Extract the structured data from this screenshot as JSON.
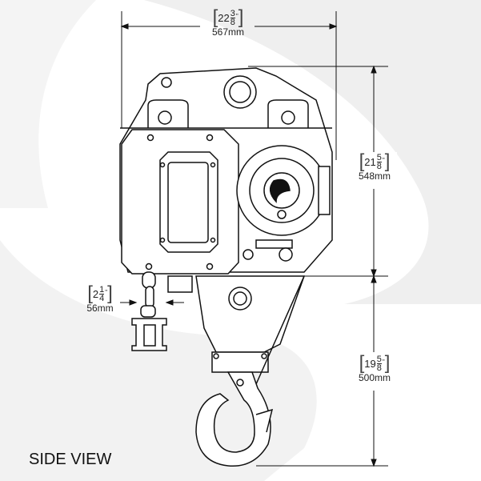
{
  "title": "SIDE VIEW",
  "dimensions": {
    "width": {
      "whole": "22",
      "num": "3",
      "den": "8",
      "unit": "\"",
      "mm": "567mm"
    },
    "upper_height": {
      "whole": "21",
      "num": "5",
      "den": "8",
      "unit": "\"",
      "mm": "548mm"
    },
    "chain": {
      "whole": "2",
      "num": "1",
      "den": "4",
      "unit": "\"",
      "mm": "56mm"
    },
    "lower_height": {
      "whole": "19",
      "num": "5",
      "den": "8",
      "unit": "\"",
      "mm": "500mm"
    }
  },
  "colors": {
    "line": "#111111",
    "watermark": "#eeeeee"
  }
}
